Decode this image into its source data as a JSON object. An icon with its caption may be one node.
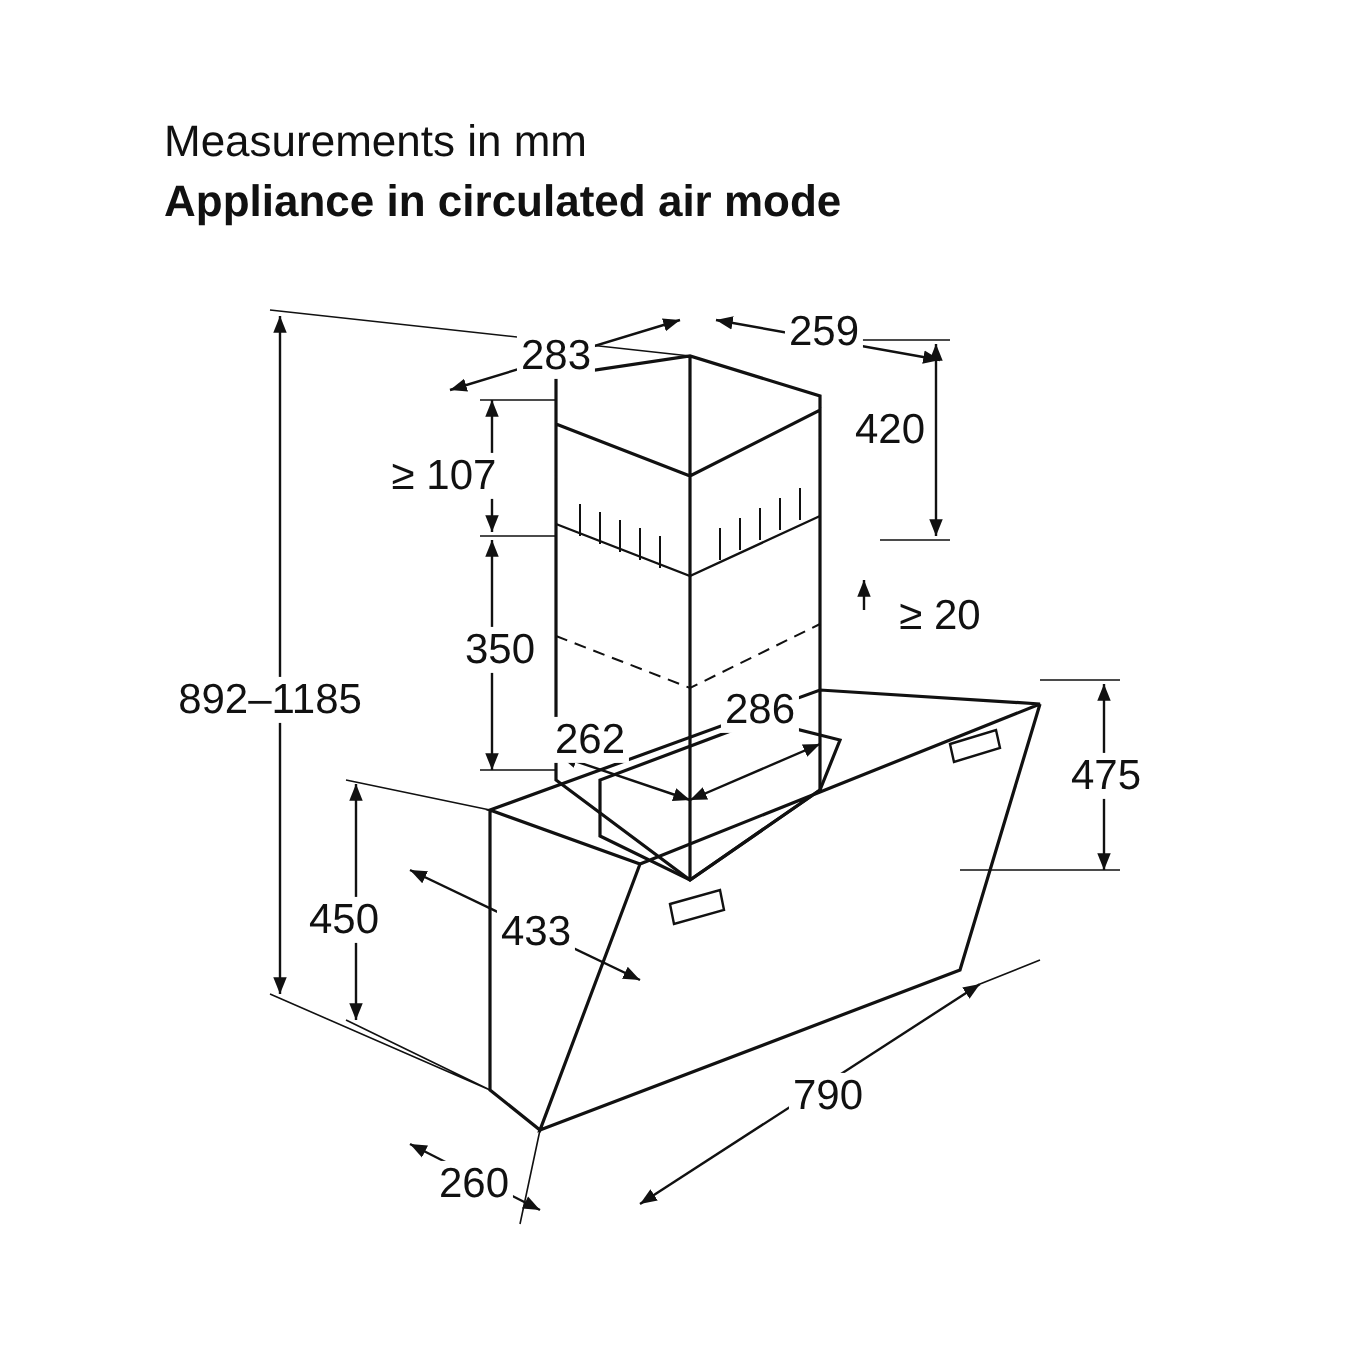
{
  "diagram": {
    "title": "Measurements in mm",
    "labels": [
      "Appliance in circulated air mode",
      "283",
      "259",
      "≥ 107",
      "420",
      "≥ 20",
      "350",
      "892–1185",
      "262",
      "286",
      "475",
      "450",
      "433",
      "790",
      "260"
    ]
  }
}
